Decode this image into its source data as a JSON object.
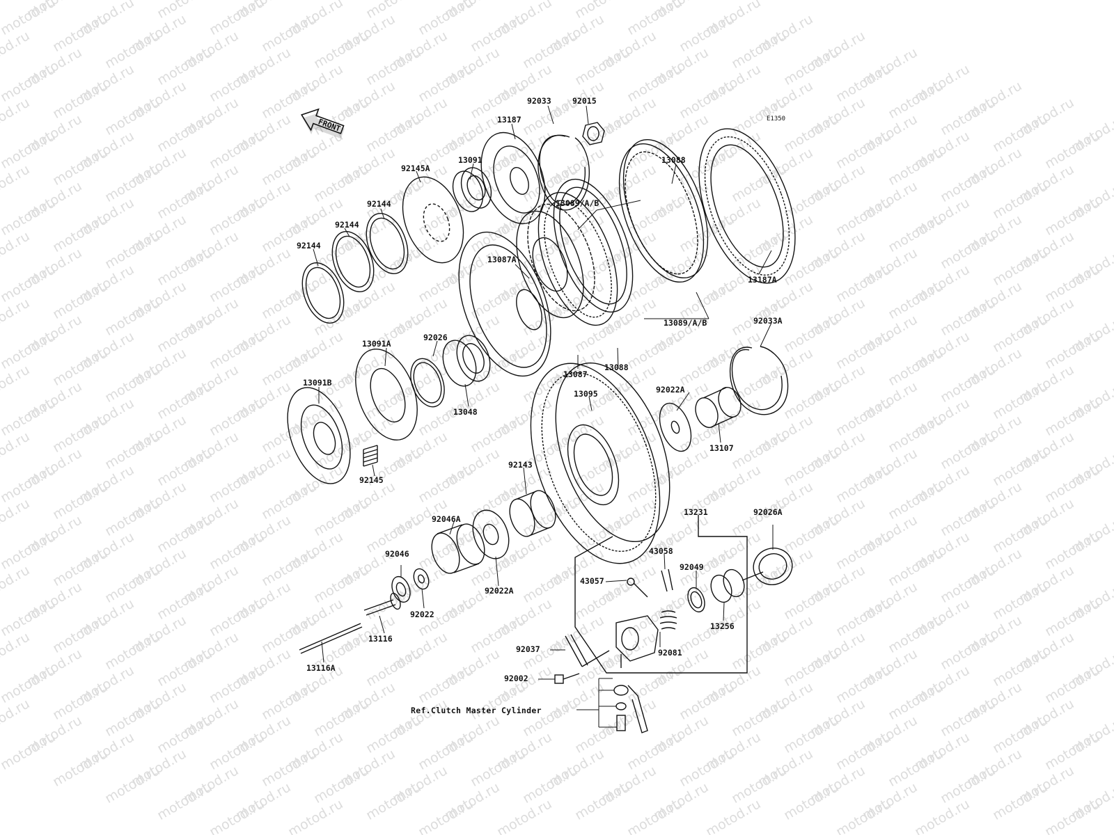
{
  "watermark": {
    "text": "motod.ru"
  },
  "diagram": {
    "code": "E1350",
    "front_label": "FRONT",
    "reference_note": "Ref.Clutch Master Cylinder",
    "parts": [
      {
        "id": "p1",
        "label": "92033"
      },
      {
        "id": "p2",
        "label": "92015"
      },
      {
        "id": "p3",
        "label": "13187"
      },
      {
        "id": "p4",
        "label": "13088"
      },
      {
        "id": "p5",
        "label": "92145A"
      },
      {
        "id": "p6",
        "label": "13091"
      },
      {
        "id": "p7",
        "label": "13089/A/B"
      },
      {
        "id": "p8",
        "label": "92144"
      },
      {
        "id": "p9",
        "label": "92144"
      },
      {
        "id": "p10",
        "label": "92144"
      },
      {
        "id": "p11",
        "label": "13087A"
      },
      {
        "id": "p12",
        "label": "13187A"
      },
      {
        "id": "p13",
        "label": "13089/A/B"
      },
      {
        "id": "p14",
        "label": "92033A"
      },
      {
        "id": "p15",
        "label": "92026"
      },
      {
        "id": "p16",
        "label": "13091A"
      },
      {
        "id": "p17",
        "label": "13087"
      },
      {
        "id": "p18",
        "label": "13088"
      },
      {
        "id": "p19",
        "label": "13091B"
      },
      {
        "id": "p20",
        "label": "13048"
      },
      {
        "id": "p21",
        "label": "13095"
      },
      {
        "id": "p22",
        "label": "92022A"
      },
      {
        "id": "p23",
        "label": "13107"
      },
      {
        "id": "p24",
        "label": "92145"
      },
      {
        "id": "p25",
        "label": "92143"
      },
      {
        "id": "p26",
        "label": "92046A"
      },
      {
        "id": "p27",
        "label": "13231"
      },
      {
        "id": "p28",
        "label": "92026A"
      },
      {
        "id": "p29",
        "label": "43058"
      },
      {
        "id": "p30",
        "label": "92046"
      },
      {
        "id": "p31",
        "label": "92049"
      },
      {
        "id": "p32",
        "label": "43057"
      },
      {
        "id": "p33",
        "label": "92022A"
      },
      {
        "id": "p34",
        "label": "92022"
      },
      {
        "id": "p35",
        "label": "13256"
      },
      {
        "id": "p36",
        "label": "13116"
      },
      {
        "id": "p37",
        "label": "92081"
      },
      {
        "id": "p38",
        "label": "92037"
      },
      {
        "id": "p39",
        "label": "13116A"
      },
      {
        "id": "p40",
        "label": "92002"
      }
    ]
  }
}
